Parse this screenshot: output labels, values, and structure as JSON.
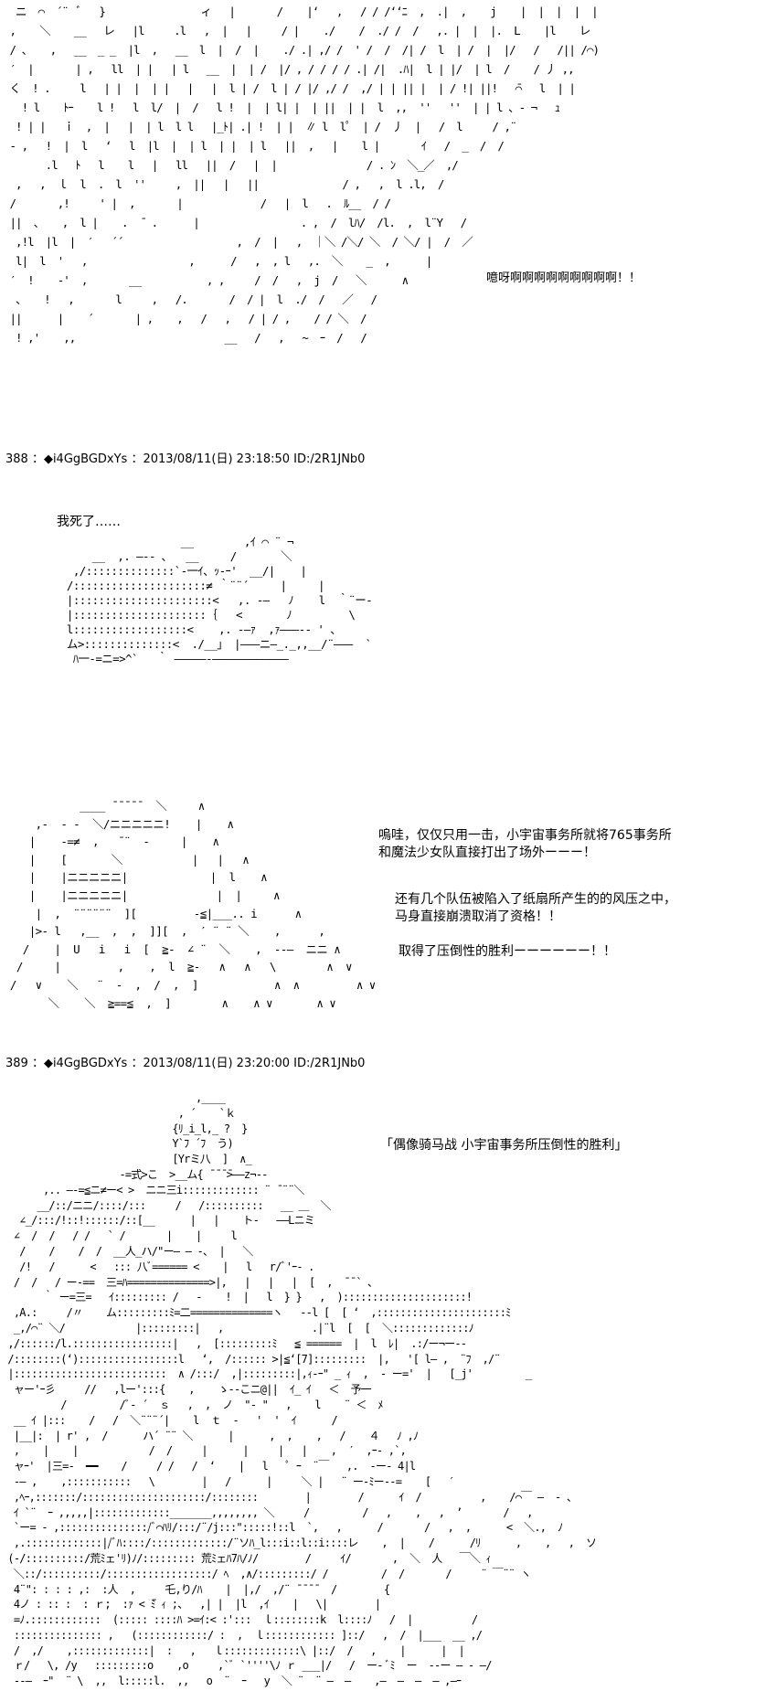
{
  "panel1": {
    "art": "  ニ  ⌒  ´¨  ﾞ   }                ィ   |       /    |‘   ,   / / /‘‘ﾆ  ,  .|  ,    j    |  |  |  |  |\n ,    ＼    __   レ   |l     .l   ,  |   |     / |    ./    /  ./ /  /   ,. |  |  |.  L    |l    レ\n / 、   ,   __  _ _  |l  ,   __  l  |  /  |    ./ .| ,/ /  ' /  /  /| /  l  | /  |  |/   /   /|| /⌒)\n ′  |       | ,   ll  | |   | l   __  |  | /  |/ , / / / / .| /|  .ﾊ|  l | |/  | l  /    / 丿 ,,\n く  ! .     l   | |  |  | |   |   |  l | /  l | / |/ ,/ /  ,/ | | || |  | / !| ||!   ̄⌒   l  | |\n   ! l    ﾄｰ    l !   l  l/  |  /   l !  |  | l| |  | ||  | |  l  ,,  ''   ''  | | l 、- ¬   ｭ\n  ! | |   ｉ  ,  |   |  | l  l l   |_ﾄ| .| !  | |  ∥ l  lﾟ  | /  丿  |   /  l     / ,¨\n - ,   !  |  l   ‘   l  |l  |  | l  | |  | l   ||  ,   |    l |       ｲ   /  _  /  /\n       .l   ﾄ   l    l   |   ll   ||  /   |  |               / . ﾝ  ＼_／  ,/\n  ,   ,  ｌ  l  .  l  ''     ,  ||   |   ||              / ,   ,  l .l,  /\n /       ,!     ' |  ,       |             /   |  l   .  ﾙ__  / /\n ||  、   ,  l |    .  ̄  .      |                 . ,  /  lﾊ/  /l.  ,  l¨Y   /\n  ,!l  |l  |  ′   ´´                   ,  /  |   ,  ｜＼ /＼/ ＼  / ＼/ |  /  ／\n  l|  l  '   ,                 ,      /   ,  , l   ,.  ＼    _  ,      |\n ′  !    -'  ,       __           , ,     /  /   ,  j  /   ＼      ∧\n  、   !   ,       l     ,   /.       /  / |  l  ./  /   ／   /\n ||      |    ´       | ,    ,   /   ,   / | / ,    / / ＼  /\n  ! ,'    ,,                         __   /   ,   ~  ｰ  /   /",
    "shout": "噫呀啊啊啊啊啊啊啊啊啊！！"
  },
  "post388": {
    "header": "388 ：◆i4GgBGDxYs ：2013/08/11(日) 23:18:50 ID:/2R1JNb0"
  },
  "panel2": {
    "caption": "我死了……",
    "art": "                   __        ,ｲ ⌒ ¨ ¬\n     __  ,. ―‐- ､   __     /       ＼\n  ,/::::::::::::::`‐一ｲ、ｯ‐ｰ'  __/|    |\n /:::::::::::::::::::::≠ ｀¨¨´     |     |\n |::::::::::::::::::::::<   ,. -―   ﾉ    l  ｀¨ー‐\n |:::::::::::::::::::::｛   <       ﾉ         \\\n l::::::::::::::::::<    ,. ‐―ｧ  ,ｧ―――‐‐ ' 、\n ム>::::::::::::::<  ./__」 |―――ニ―_._,,__/¨―――  `\n  ﾊ一‐=ニ=>^`   ｀ ―――――‐――――――――――――"
  },
  "panel3": {
    "art": "            ____ ̄ ̄ ̄ ̄ ̄   ＼     ∧\n     ,-  ‐ ‐  ＼/ニニニニニ!    |    ∧\n    |    -=≠  ,   ̄ ¨  ‐     |    ∧\n    |    [       ＼           |   |   ∧\n    |    |ニニニニニ|             |  l    ∧\n    |    |ニニニニニ|              |  |     ∧\n     |  ,  ¨¨¨¨¨¨  ][         -≦|___.. i      ∧\n    |>- l   ,__  ,  ,  ]][  ,  ′ ¨ ¨ ＼    ,      ,\n   /    |  U   i   i  [  ≧-  ∠ ¨  ＼    ,  ‐‐―  ニニ ∧\n  /     |         ,    ,  l  ≧-   ∧   ∧   \\        ∧  ∨\n /   ∨    ＼   ¨  ‐  ,  /  ,  ]            ∧  ∧         ∧ ∨\n       ＼    ＼  ≧==≦  ,  ]        ∧    ∧ ∨       ∧ ∨",
    "line1": "嗚哇，仅仅只用一击，小宇宙事务所就将765事务所",
    "line2": "和魔法少女队直接打出了场外ーーー！",
    "line3": "还有几个队伍被陷入了纸扇所产生的的风压之中，",
    "line4": "马身直接崩溃取消了资格！！",
    "line5": "取得了压倒性的胜利ーーーーーー！！"
  },
  "post389": {
    "header": "389 ：◆i4GgBGDxYs ：2013/08/11(日) 23:20:00 ID:/2R1JNb0"
  },
  "panel4": {
    "caption": "「偶像骑马战 小宇宙事务所压倒性的胜利」",
    "art": "                                 ,____\n                              , ´    `ｋ\n                             {ﾘ_i_l,_ ?  }\n                             Y`ﾌ ´ﾌ  う)\n                             [Yrミ八  ]  ∧_\n                    -=式>こ  >__ム{ ̄ ̄ ̄ ̄>――z¬--\n       ,.. ―‐=≦ニ≠ー< >  ニニ三i::::::::::::: ¨ ̄ ¨¨＼\n      __/::/ニニ/::::/:::     /   /::::::::::   __ ＿  ＼\n   ∠_/:::/!::!::::::/::[__      |   |    ト-   ――Lニミ\n  ∠  /  /   / /   ` /       |    |     l\n   /    /    /  /  __人_ハ/\"ー― ― ‐、 |   ＼\n   /!   /      <   ::: 八ﾞ====== <    |   l   r/ﾞ'ｰ- .\n  /  /   / ー-==  三=ﾊ==============>|,   |   |   |  [  ,  ¯¯` ､\n       ｀ ー=三=   ｲ::::::::: /   ‐    !  |   l  } }   ,  ):::::::::::::::::::::!\n  ,A.:     /〃    ム:::::::::ﾐ=二==============ヽ   -‐l [  [ ‘  ,::::::::::::::::::::::ﾐ\n  _,/⌒¨ ＼/            |:::::::::|   ,               .|¨l  [  [  ＼:::::::::::::ﾉ\n ,/::::::/l.:::::::::::::::::|   ,  [:::::::::ﾐ   ≦ ======  |  l  ﾚ|  .:/ー¬ー-‐\n /::::::::(‘):::::::::::::::::l   ‘,  /:::::: >|≦‘[7]:::::::::  |,   '[ l― ,  ¨ﾌ  ,/¨\n |::::::::::::::::::::::::::  ∧ /:::/  ,|:::::::::|,ｨ‐ｰ\" _ ｨ  ,  ‐ ー='  |   [_j'         _\n  ャー'ｰ彡     //   ,lー':::{    ,    ゝ‐‐こニ@||  ｲ_ ｲ   ＜  予一\n          /         /ﾞ‐ ´  ｓ   ,  ,  ノ  \"‐ \"   ,    l    ¨ ＜  ﾒ\n  __ ｲ |:::    /   /  ＼¨¨¨´|    l  ｔ  ‐   '  '  ｲ      /\n  |__|:  | r' ,  /      ハ´ ¨¨ ＼      |      ,  ,    ,   /    ４   ﾉ ,ﾉ\n  ,    |    |            /  /     |      |     |   |    ,  ′  ,ｰ‐ ,`,\n  ャｰ'  |三=-  ━━    /     / /   /  ‘    |   l   ﾟ ｰ  ¨￣   ,.  ‐ー‐ 4|l\n  -― ,    ,:::::::::::   \\        |   /      |     ＼ |   ¨ ー‐ﾐー-‐=    [   ′\n  ,ﾍｰ,:::::::/:::::::::::::::::::::/::::::::        |        /      ｲ  /          ,    /⌒￣ ―  ‐ 、\n  ｲ `¨  ｰ ,,,,,|:::::::::::::_______,,,,,,,, ＼     /         /   ,    ,   ,  ’       /   ,\n  `ー= ‐ ,:::::::::::::::/ﾞ⌒ﾊﾘ/:::/¨/j:::\":::::!::l  `,   ,      /       /   ,  ,      <  ＼.,  ﾉ\n  ,.:::::::::::::|/ﾞﾊ::::/:::::::::::::/¨ソﾊ_l:::i::l::i::::レ    ,  |    /      /ﾘ      ,    ,   ,  ソ\n (-/::::::::::/荒ﾐェ'ﾘ)ﾉ/::::::::: 荒ﾐェﾊ7ﾊ/ﾉ/        /     ｲ/       ,  ＼  人   ￣＼ ｨ\n  ＼::/::::::::::/::::::::::::::::::/ ﾍ  ,∧/:::::::::/ /         /  /       /     ¨ ￣¨¨ ヽ\n  4¨\": : : : ,:  :人  ,     乇,り/ﾊ    |  |,/  ,/¨ ̄ ̄ ̄ ̄   /        {\n  4ノ : :: :  : ｒ;  :ｧ < ̄ﾐ ｨ ;、  ,| |  |l  ,ｲ    |   \\|        |\n  =ﾉ.::::::::::::  (::::: ::::ﾊ >=ｲ:< :':::  ｌ::::::::k  l::::ﾉ   /  |          /\n  ::::::::::::::: ,   (::::::::::::/ :  ,  ｌ:::::::::::: ]::/   ,  /  |___  __ ,/\n  /  ,/    ,:::::::::::::|  :   ,   ｌ:::::::::::::\\ |::/  /   ,    |      |  |\n  ｒ/   \\, /y   :::::::::o    ,o     ,`ﾞ `''''\\ﾉ ｒ ___|/   /  ー‐ ﾞﾐ  ー  ‐‐ー ― ‐ ―/\n  ‐-―  ｰ\"  ¨ \\  ,,  l:::::l.  ,,   o  ¨  ｰ   y  ＼ ¨  ¨ ―  ―    ,―  ―  ―  ― ,―ｰ"
  }
}
